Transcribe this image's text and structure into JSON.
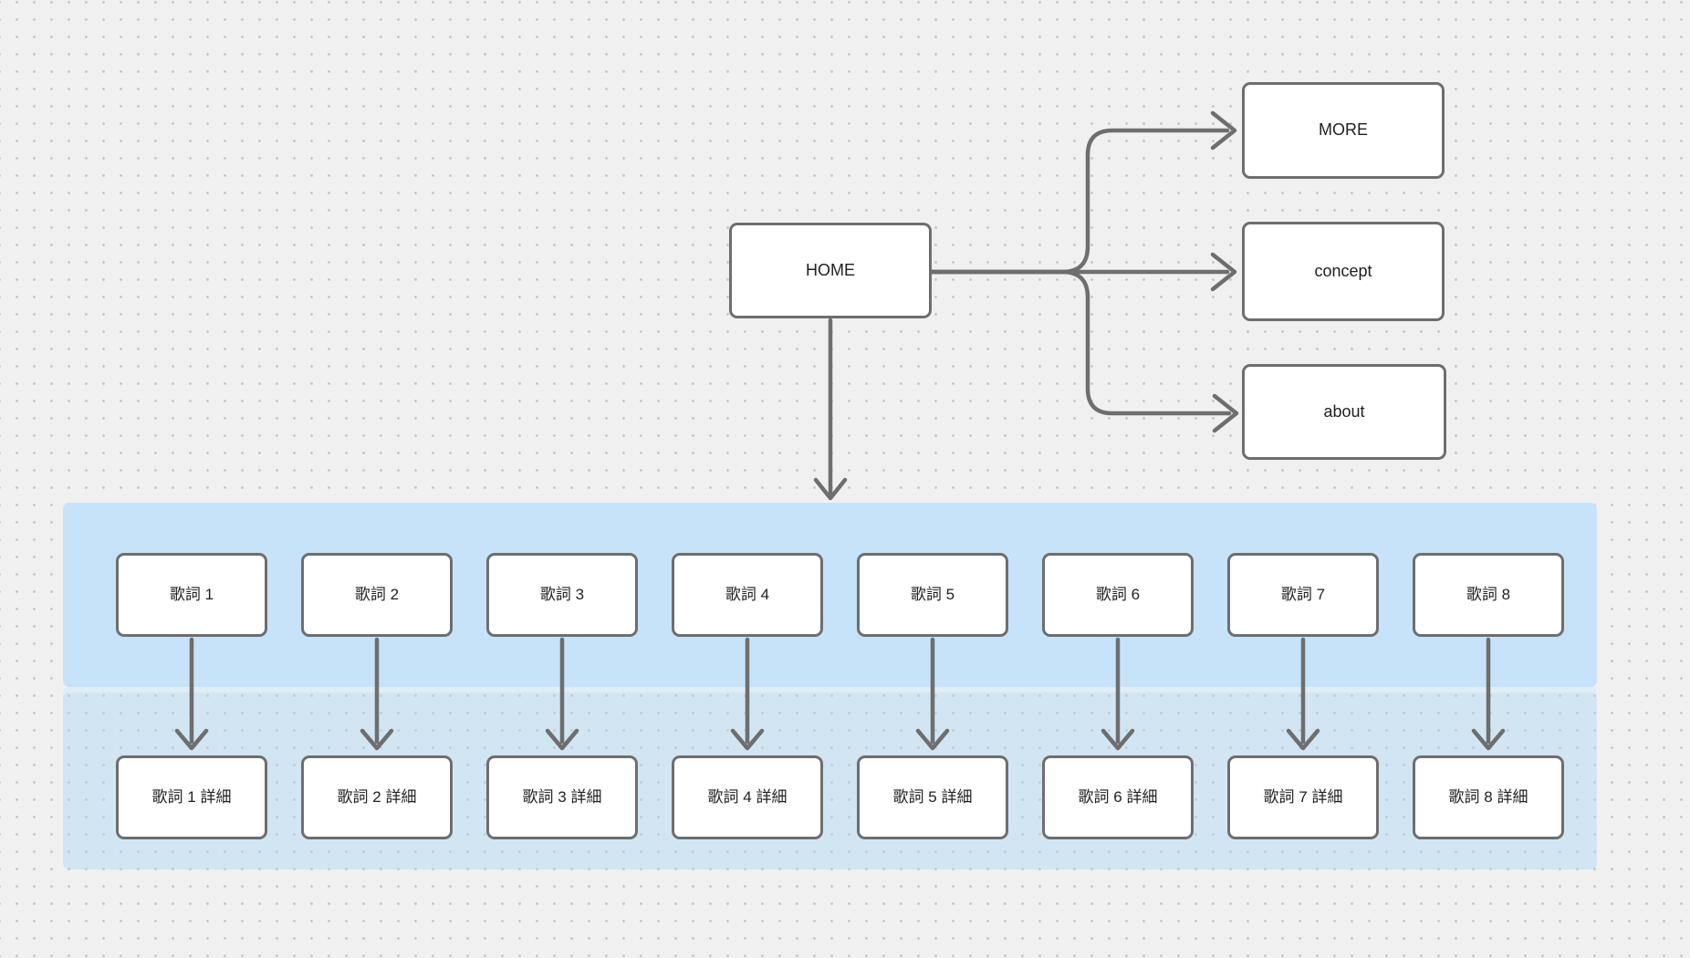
{
  "diagram": {
    "nodes": {
      "home": {
        "label": "HOME"
      },
      "more": {
        "label": "MORE"
      },
      "concept": {
        "label": "concept"
      },
      "about": {
        "label": "about"
      }
    },
    "lyrics_columns": [
      {
        "page": "歌詞 1",
        "detail": "歌詞 1 詳細"
      },
      {
        "page": "歌詞 2",
        "detail": "歌詞 2 詳細"
      },
      {
        "page": "歌詞 3",
        "detail": "歌詞 3 詳細"
      },
      {
        "page": "歌詞 4",
        "detail": "歌詞 4 詳細"
      },
      {
        "page": "歌詞 5",
        "detail": "歌詞 5 詳細"
      },
      {
        "page": "歌詞 6",
        "detail": "歌詞 6 詳細"
      },
      {
        "page": "歌詞 7",
        "detail": "歌詞 7 詳細"
      },
      {
        "page": "歌詞 8",
        "detail": "歌詞 8 詳細"
      }
    ],
    "edges": [
      {
        "from": "HOME",
        "to": "MORE"
      },
      {
        "from": "HOME",
        "to": "concept"
      },
      {
        "from": "HOME",
        "to": "about"
      },
      {
        "from": "HOME",
        "to": "lyrics-section"
      },
      {
        "from": "歌詞 1",
        "to": "歌詞 1 詳細"
      },
      {
        "from": "歌詞 2",
        "to": "歌詞 2 詳細"
      },
      {
        "from": "歌詞 3",
        "to": "歌詞 3 詳細"
      },
      {
        "from": "歌詞 4",
        "to": "歌詞 4 詳細"
      },
      {
        "from": "歌詞 5",
        "to": "歌詞 5 詳細"
      },
      {
        "from": "歌詞 6",
        "to": "歌詞 6 詳細"
      },
      {
        "from": "歌詞 7",
        "to": "歌詞 7 詳細"
      },
      {
        "from": "歌詞 8",
        "to": "歌詞 8 詳細"
      }
    ],
    "colors": {
      "canvas_bg": "#f0f0f0",
      "dot_grid": "#c7c9cb",
      "node_fill": "#ffffff",
      "node_border": "#6e6e6e",
      "connector": "#6e6e6e",
      "text": "#1f1f1f",
      "section_upper": "#c7e3f9",
      "section_lower": "#d8eafa"
    }
  }
}
